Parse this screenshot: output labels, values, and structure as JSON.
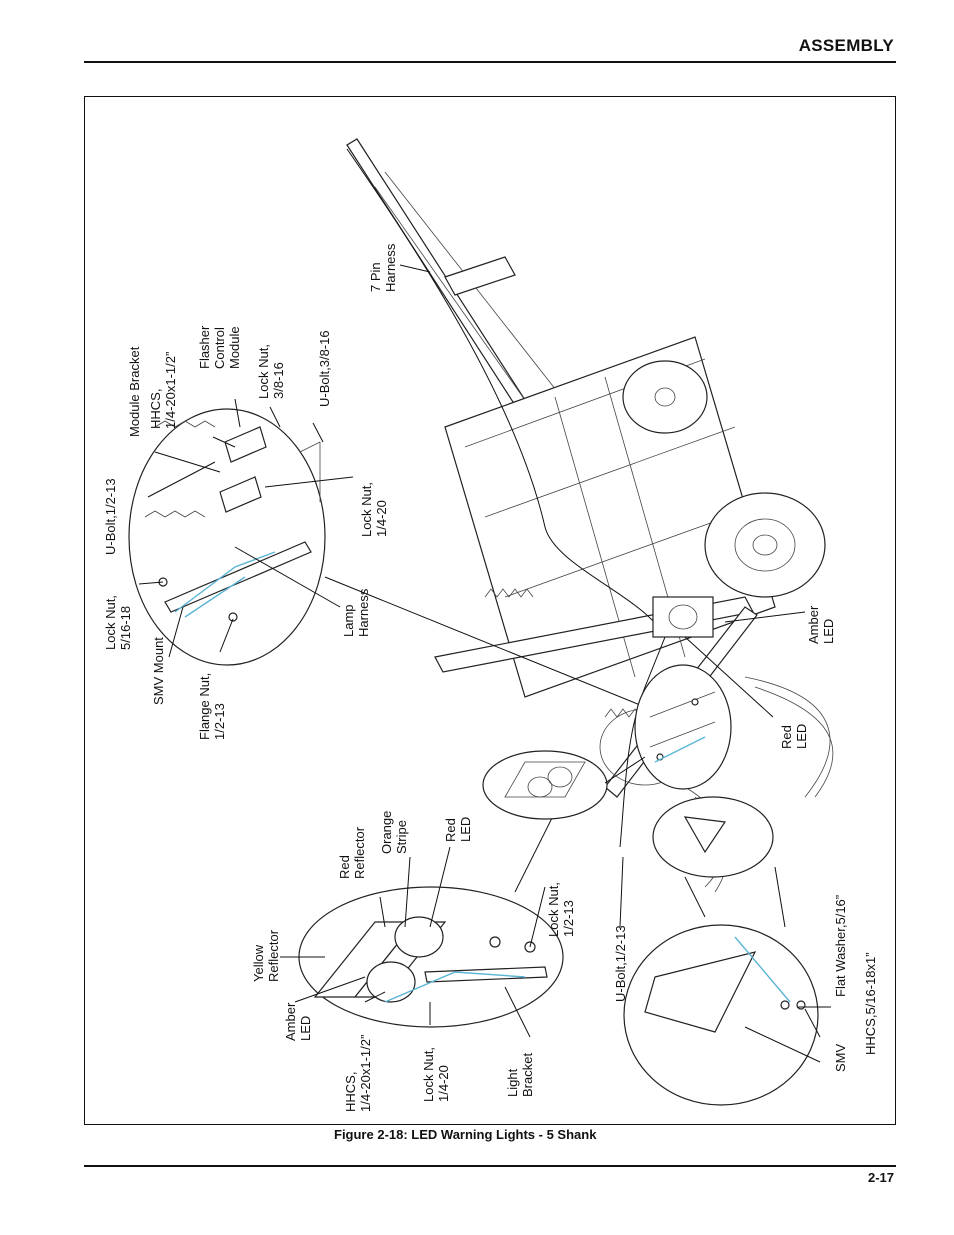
{
  "header": {
    "title": "ASSEMBLY"
  },
  "figure": {
    "caption": "Figure 2-18:  LED Warning Lights - 5 Shank",
    "labels": {
      "seven_pin_harness": [
        "7 Pin",
        "Harness"
      ],
      "flasher_control_module": [
        "Flasher",
        "Control",
        "Module"
      ],
      "lock_nut_3_8": [
        "Lock Nut,",
        "3/8-16"
      ],
      "u_bolt_3_8": [
        "U-Bolt,3/8-16"
      ],
      "hhcs_top": [
        "HHCS,",
        "1/4-20x1-1/2”"
      ],
      "module_bracket": [
        "Module Bracket"
      ],
      "u_bolt_1_2_top": [
        "U-Bolt,1/2-13"
      ],
      "lock_nut_1_4_top": [
        "Lock Nut,",
        "1/4-20"
      ],
      "lock_nut_5_16": [
        "Lock Nut,",
        "5/16-18"
      ],
      "lamp_harness": [
        "Lamp",
        "Harness"
      ],
      "smv_mount": [
        "SMV Mount"
      ],
      "flange_nut": [
        "Flange Nut,",
        "1/2-13"
      ],
      "amber_led_right": [
        "Amber",
        "LED"
      ],
      "red_led_right": [
        "Red",
        "LED"
      ],
      "red_reflector": [
        "Red",
        "Reflector"
      ],
      "orange_stripe": [
        "Orange",
        "Stripe"
      ],
      "red_led_mid": [
        "Red",
        "LED"
      ],
      "yellow_reflector": [
        "Yellow",
        "Reflector"
      ],
      "amber_led_left": [
        "Amber",
        "LED"
      ],
      "hhcs_bottom": [
        "HHCS,",
        "1/4-20x1-1/2”"
      ],
      "lock_nut_1_4_bottom": [
        "Lock Nut,",
        "1/4-20"
      ],
      "light_bracket": [
        "Light",
        "Bracket"
      ],
      "lock_nut_1_2": [
        "Lock Nut,",
        "1/2-13"
      ],
      "u_bolt_1_2_bottom": [
        "U-Bolt,1/2-13"
      ],
      "flat_washer": [
        "Flat Washer,5/16”"
      ],
      "hhcs_smv": [
        "HHCS,5/16-18x1”"
      ],
      "smv": [
        "SMV"
      ]
    }
  },
  "footer": {
    "page_number": "2-17"
  },
  "colors": {
    "harness_wire": "#5ab4d6",
    "line": "#111111"
  }
}
